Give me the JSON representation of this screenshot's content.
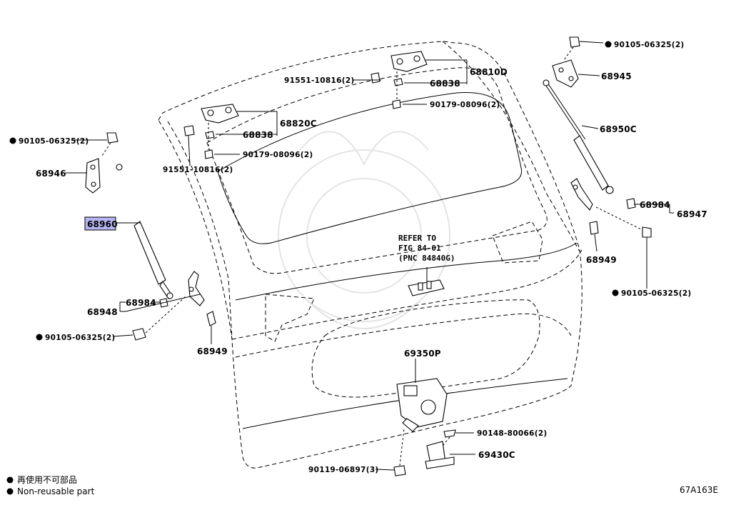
{
  "labels": {
    "p90105_top_right": "90105-06325(2)",
    "p68945": "68945",
    "p68950c": "68950C",
    "p68810d": "68810D",
    "p91551_top": "91551-10816(2)",
    "p68838_top": "68838",
    "p90179_top": "90179-08096(2)",
    "p68820c": "68820C",
    "p68838_mid": "68838",
    "p90179_mid": "90179-08096(2)",
    "p91551_mid": "91551-10816(2)",
    "p90105_top_left": "90105-06325(2)",
    "p68946": "68946",
    "p68960": "68960",
    "p68984_right": "68984",
    "p68947": "68947",
    "p68949_right": "68949",
    "p90105_right": "90105-06325(2)",
    "refer_line1": "REFER TO",
    "refer_line2": "FIG 84-01",
    "refer_line3": "(PNC 84840G)",
    "p68984_left": "68984",
    "p68948": "68948",
    "p90105_left": "90105-06325(2)",
    "p68949_left": "68949",
    "p69350p": "69350P",
    "p90148": "90148-80066(2)",
    "p69430c": "69430C",
    "p90119": "90119-06897(3)"
  },
  "legend": {
    "line1": "再使用不可部品",
    "line2": "Non-reusable part"
  },
  "figure_code": "67A163E",
  "highlight_part": "68960",
  "colors": {
    "highlight": "#b4b4f0",
    "ink": "#000000",
    "watermark": "#e4e4e4"
  }
}
